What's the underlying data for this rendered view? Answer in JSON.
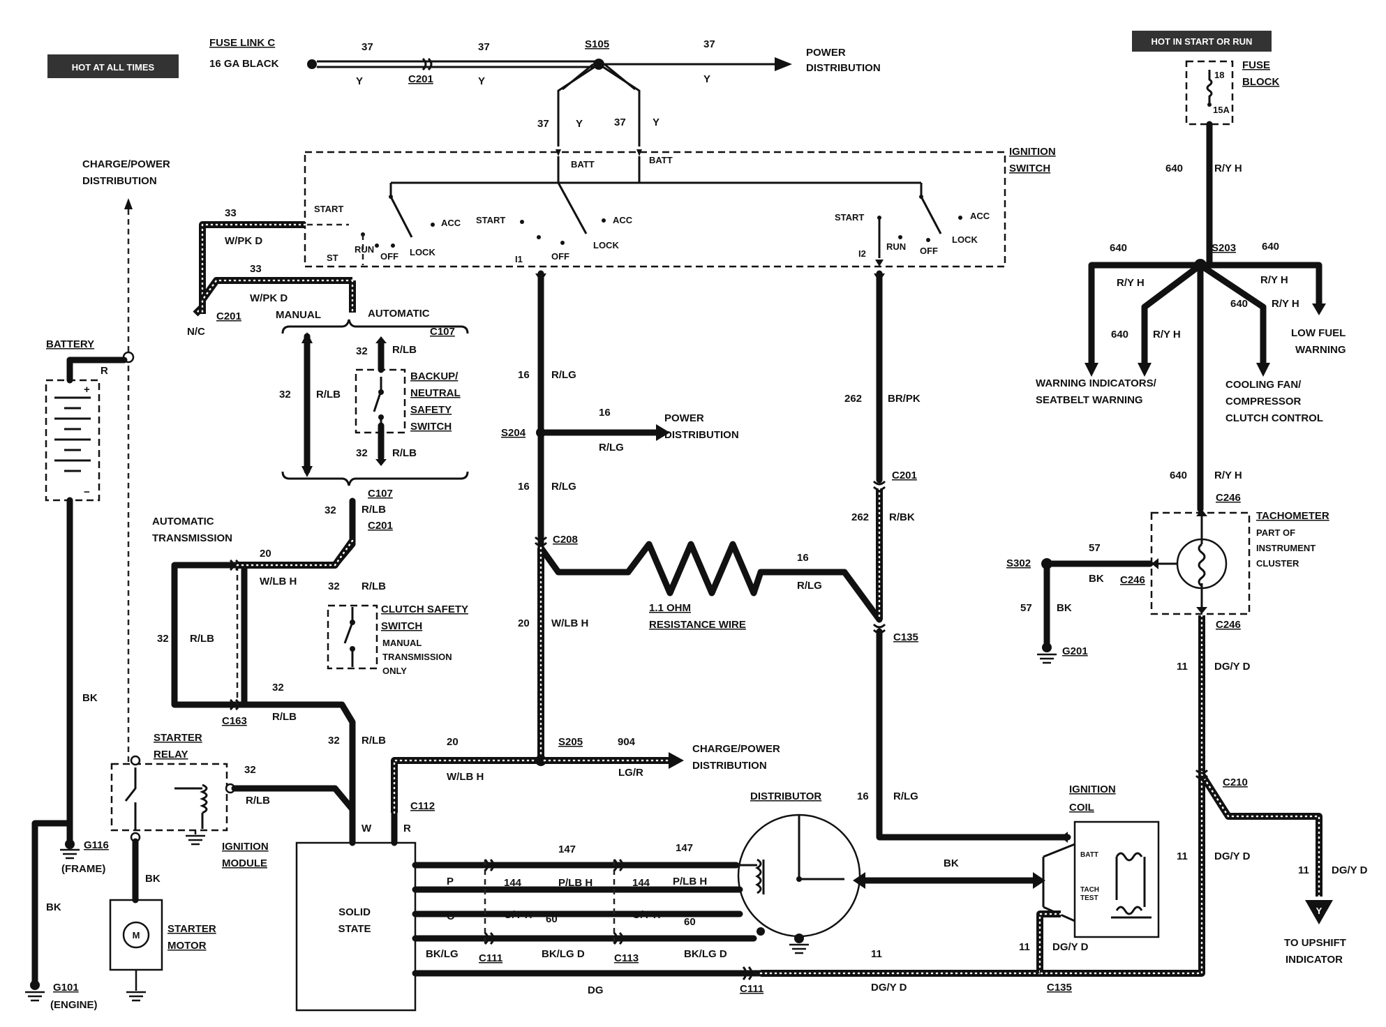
{
  "badges": {
    "hot_at_all_times": "HOT AT ALL TIMES",
    "hot_in_start_or_run": "HOT IN START OR RUN"
  },
  "fuse_link": {
    "name": "FUSE LINK C",
    "gauge": "16 GA BLACK"
  },
  "top_feed": {
    "circuit": "37",
    "color": "Y",
    "splice": "S105",
    "connector": "C201",
    "dest_line1": "POWER",
    "dest_line2": "DISTRIBUTION",
    "batt": "BATT"
  },
  "ignition_switch": {
    "title_line1": "IGNITION",
    "title_line2": "SWITCH",
    "start": "START",
    "run": "RUN",
    "off": "OFF",
    "lock": "LOCK",
    "acc": "ACC",
    "st": "ST",
    "i1": "I1",
    "i2": "I2"
  },
  "left_feed": {
    "circuit": "33",
    "color": "W/PK D",
    "connector": "C201",
    "nc": "N/C",
    "manual": "MANUAL",
    "automatic": "AUTOMATIC"
  },
  "charge_power": {
    "line1": "CHARGE/POWER",
    "line2": "DISTRIBUTION"
  },
  "battery": {
    "label": "BATTERY",
    "wire": "R",
    "ground_wire": "BK"
  },
  "backup_switch": {
    "line1": "BACKUP/",
    "line2": "NEUTRAL",
    "line3": "SAFETY",
    "line4": "SWITCH",
    "circuit": "32",
    "color": "R/LB",
    "connector": "C107"
  },
  "clutch_switch": {
    "line1": "CLUTCH SAFETY",
    "line2": "SWITCH",
    "line3": "MANUAL",
    "line4": "TRANSMISSION",
    "line5": "ONLY"
  },
  "auto_trans": {
    "line1": "AUTOMATIC",
    "line2": "TRANSMISSION",
    "circuit": "20",
    "color": "W/LB H",
    "connector_c201": "C201",
    "connector_c163": "C163"
  },
  "run_feed": {
    "circuit": "16",
    "color": "R/LG",
    "splice": "S204",
    "connector": "C208",
    "dest_line1": "POWER",
    "dest_line2": "DISTRIBUTION"
  },
  "resistance": {
    "line1": "1.1 OHM",
    "line2": "RESISTANCE WIRE"
  },
  "start_feed": {
    "circuit": "262",
    "color1": "BR/PK",
    "color2": "R/BK",
    "connector": "C201",
    "connector2": "C135"
  },
  "s205": {
    "splice": "S205",
    "circuit_a": "20",
    "color_a": "W/LB H",
    "circuit_b": "904",
    "color_b": "LG/R",
    "dest_line1": "CHARGE/POWER",
    "dest_line2": "DISTRIBUTION"
  },
  "starter_relay": {
    "line1": "STARTER",
    "line2": "RELAY",
    "circuit": "32",
    "color": "R/LB"
  },
  "starter_motor": {
    "line1": "STARTER",
    "line2": "MOTOR",
    "motor": "M",
    "wire": "BK"
  },
  "grounds": {
    "g116": "G116",
    "frame": "(FRAME)",
    "g101": "G101",
    "engine": "(ENGINE)",
    "g201": "G201"
  },
  "ignition_module": {
    "line1": "IGNITION",
    "line2": "MODULE",
    "body1": "SOLID",
    "body2": "STATE",
    "w": "W",
    "r": "R",
    "c112": "C112",
    "p": "P",
    "o": "O",
    "bklg": "BK/LG",
    "c111": "C111",
    "c113": "C113"
  },
  "module_wires": {
    "c147": "147",
    "c144": "144",
    "plbh": "P/LB H",
    "oyh": "O/Y H",
    "c60": "60",
    "bklgd": "BK/LG D",
    "dg": "DG",
    "c11": "11",
    "dgyd": "DG/Y D",
    "c135": "C135"
  },
  "distributor": {
    "label": "DISTRIBUTOR",
    "wire": "BK",
    "circuit16": "16",
    "color16": "R/LG"
  },
  "ignition_coil": {
    "line1": "IGNITION",
    "line2": "COIL",
    "batt": "BATT",
    "tach1": "TACH",
    "tach2": "TEST"
  },
  "fuse_block": {
    "line1": "FUSE",
    "line2": "BLOCK",
    "fuse": "18",
    "rating": "15A"
  },
  "run_bus": {
    "circuit": "640",
    "color": "R/Y H",
    "splice": "S203"
  },
  "destinations": {
    "low_fuel1": "LOW FUEL",
    "low_fuel2": "WARNING",
    "warn1": "WARNING INDICATORS/",
    "warn2": "SEATBELT WARNING",
    "fan1": "COOLING FAN/",
    "fan2": "COMPRESSOR",
    "fan3": "CLUTCH CONTROL"
  },
  "tachometer": {
    "title": "TACHOMETER",
    "line1": "PART OF",
    "line2": "INSTRUMENT",
    "line3": "CLUSTER",
    "connector": "C246",
    "ground_circuit": "57",
    "ground_color": "BK",
    "splice": "S302"
  },
  "upshift": {
    "circuit": "11",
    "color": "DG/Y D",
    "connector": "C210",
    "dest1": "TO UPSHIFT",
    "dest2": "INDICATOR",
    "symbol": "Y"
  }
}
